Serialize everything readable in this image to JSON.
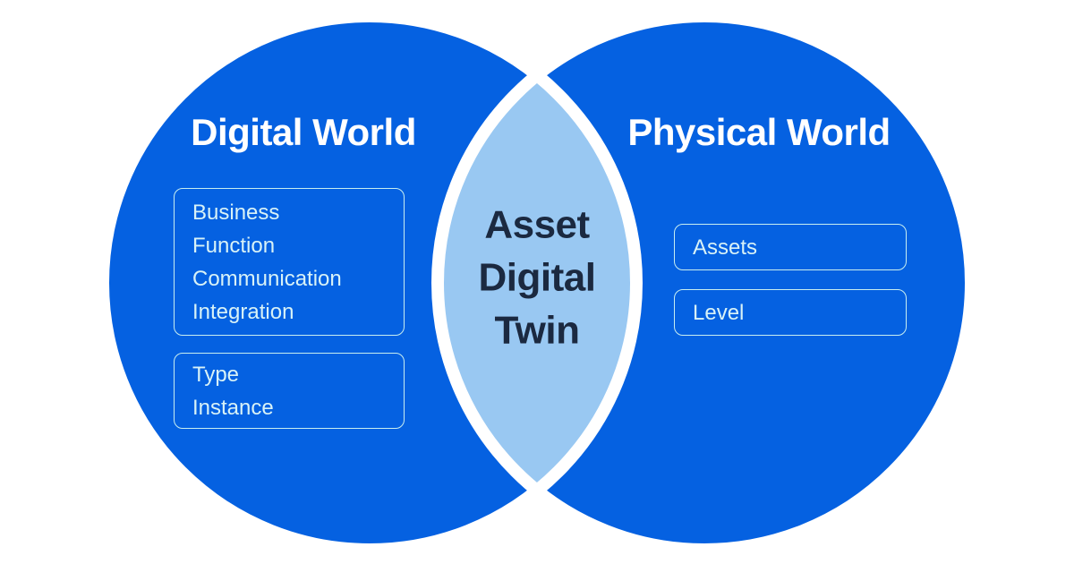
{
  "diagram": {
    "type": "venn",
    "left_circle": {
      "title": "Digital World",
      "boxes": [
        {
          "items": [
            "Business",
            "Function",
            "Communication",
            "Integration"
          ]
        },
        {
          "items": [
            "Type",
            "Instance"
          ]
        }
      ]
    },
    "right_circle": {
      "title": "Physical World",
      "boxes": [
        {
          "items": [
            "Assets"
          ]
        },
        {
          "items": [
            "Level"
          ]
        }
      ]
    },
    "intersection": {
      "label": "Asset Digital Twin",
      "lines": [
        "Asset",
        "Digital",
        "Twin"
      ]
    },
    "colors": {
      "background": "#FFFFFF",
      "circle_blue": "#0561E1",
      "lens_blue": "#99C8F2",
      "outline_white": "#FFFFFF",
      "box_border": "#C8EEF0",
      "box_text": "#D8F2F7",
      "title_text": "#FFFFFF",
      "intersection_text": "#1B2940"
    }
  }
}
